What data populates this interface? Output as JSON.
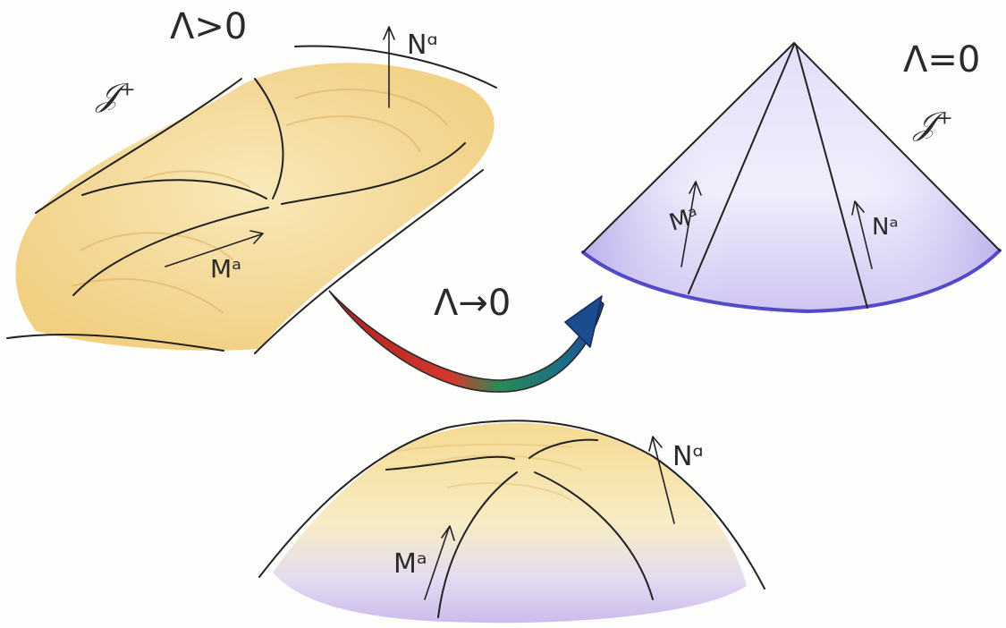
{
  "panels": {
    "ds": {
      "lambda_label": "Λ>0",
      "scri_label": "𝒥⁺",
      "N_label": "Nᵅ",
      "M_label": "Mᵃ"
    },
    "flat": {
      "lambda_label": "Λ=0",
      "scri_label": "𝒥⁺",
      "M_label": "Mᵃ",
      "N_label": "Nᵃ"
    },
    "limit_arrow": {
      "label": "Λ→0",
      "colors": [
        "#c8282a",
        "#1d7a6a",
        "#1a3a8c"
      ]
    },
    "intermediate": {
      "N_label": "Nᵅ",
      "M_label": "Mᵃ"
    }
  },
  "colors": {
    "ds_wash": "#f2cf7e",
    "ds_wash_light": "#f8e3a8",
    "flat_wash": "#c9c3ef",
    "flat_edge": "#3a2fc0",
    "inter_yellow": "#f3d98f",
    "inter_violet": "#cfc0ee",
    "ink": "#222222"
  }
}
